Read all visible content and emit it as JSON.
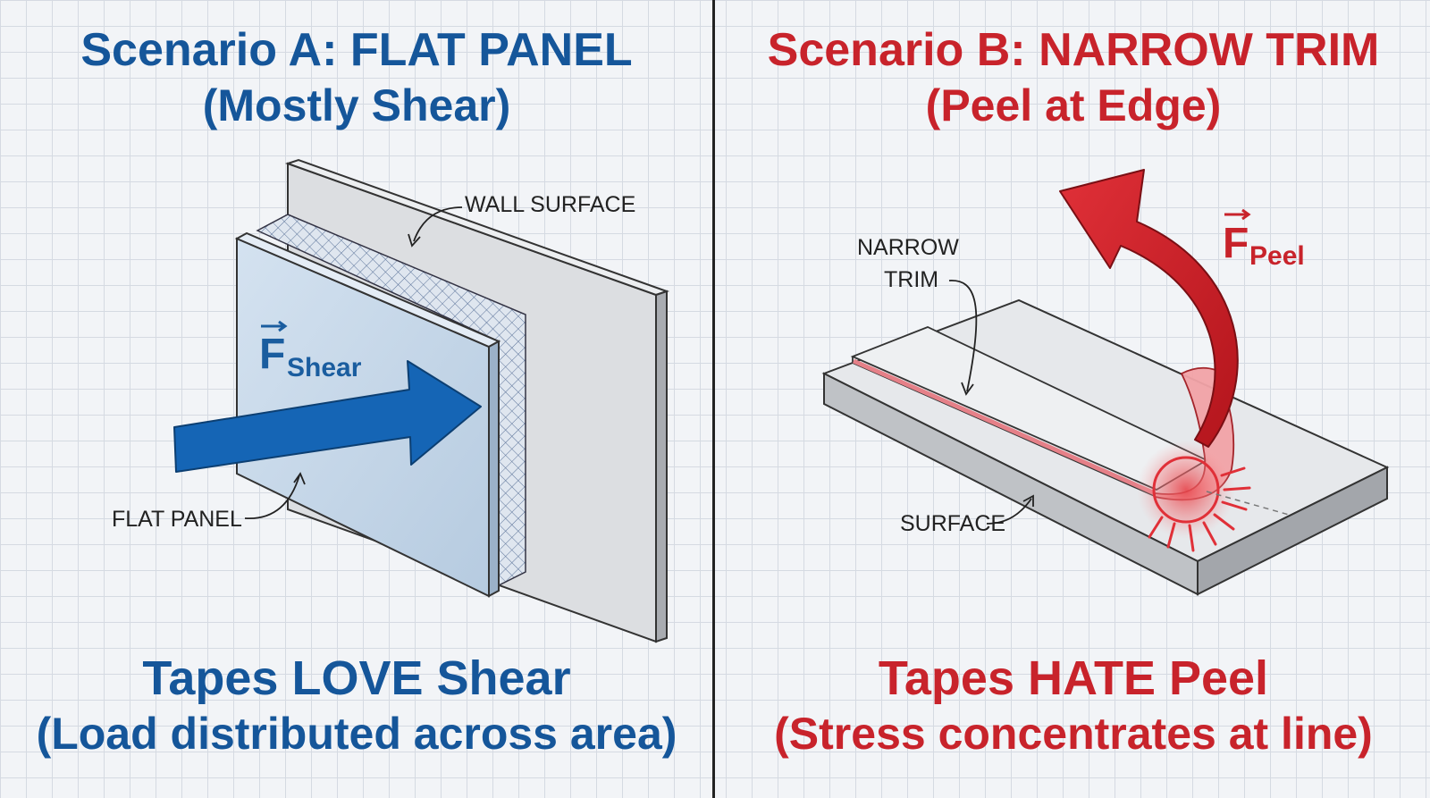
{
  "scenario_a": {
    "title": "Scenario A: FLAT PANEL",
    "subtitle": "(Mostly Shear)",
    "label_wall": "WALL SURFACE",
    "label_panel": "FLAT PANEL",
    "force_symbol": "F",
    "force_subscript": "Shear",
    "footer_title": "Tapes LOVE Shear",
    "footer_subtitle": "(Load distributed across area)",
    "color": "#15569a"
  },
  "scenario_b": {
    "title": "Scenario B: NARROW TRIM",
    "subtitle": "(Peel at Edge)",
    "label_trim_line1": "NARROW",
    "label_trim_line2": "TRIM",
    "label_surface": "SURFACE",
    "force_symbol": "F",
    "force_subscript": "Peel",
    "footer_title": "Tapes HATE Peel",
    "footer_subtitle": "(Stress concentrates at line)",
    "color": "#c8232b"
  }
}
